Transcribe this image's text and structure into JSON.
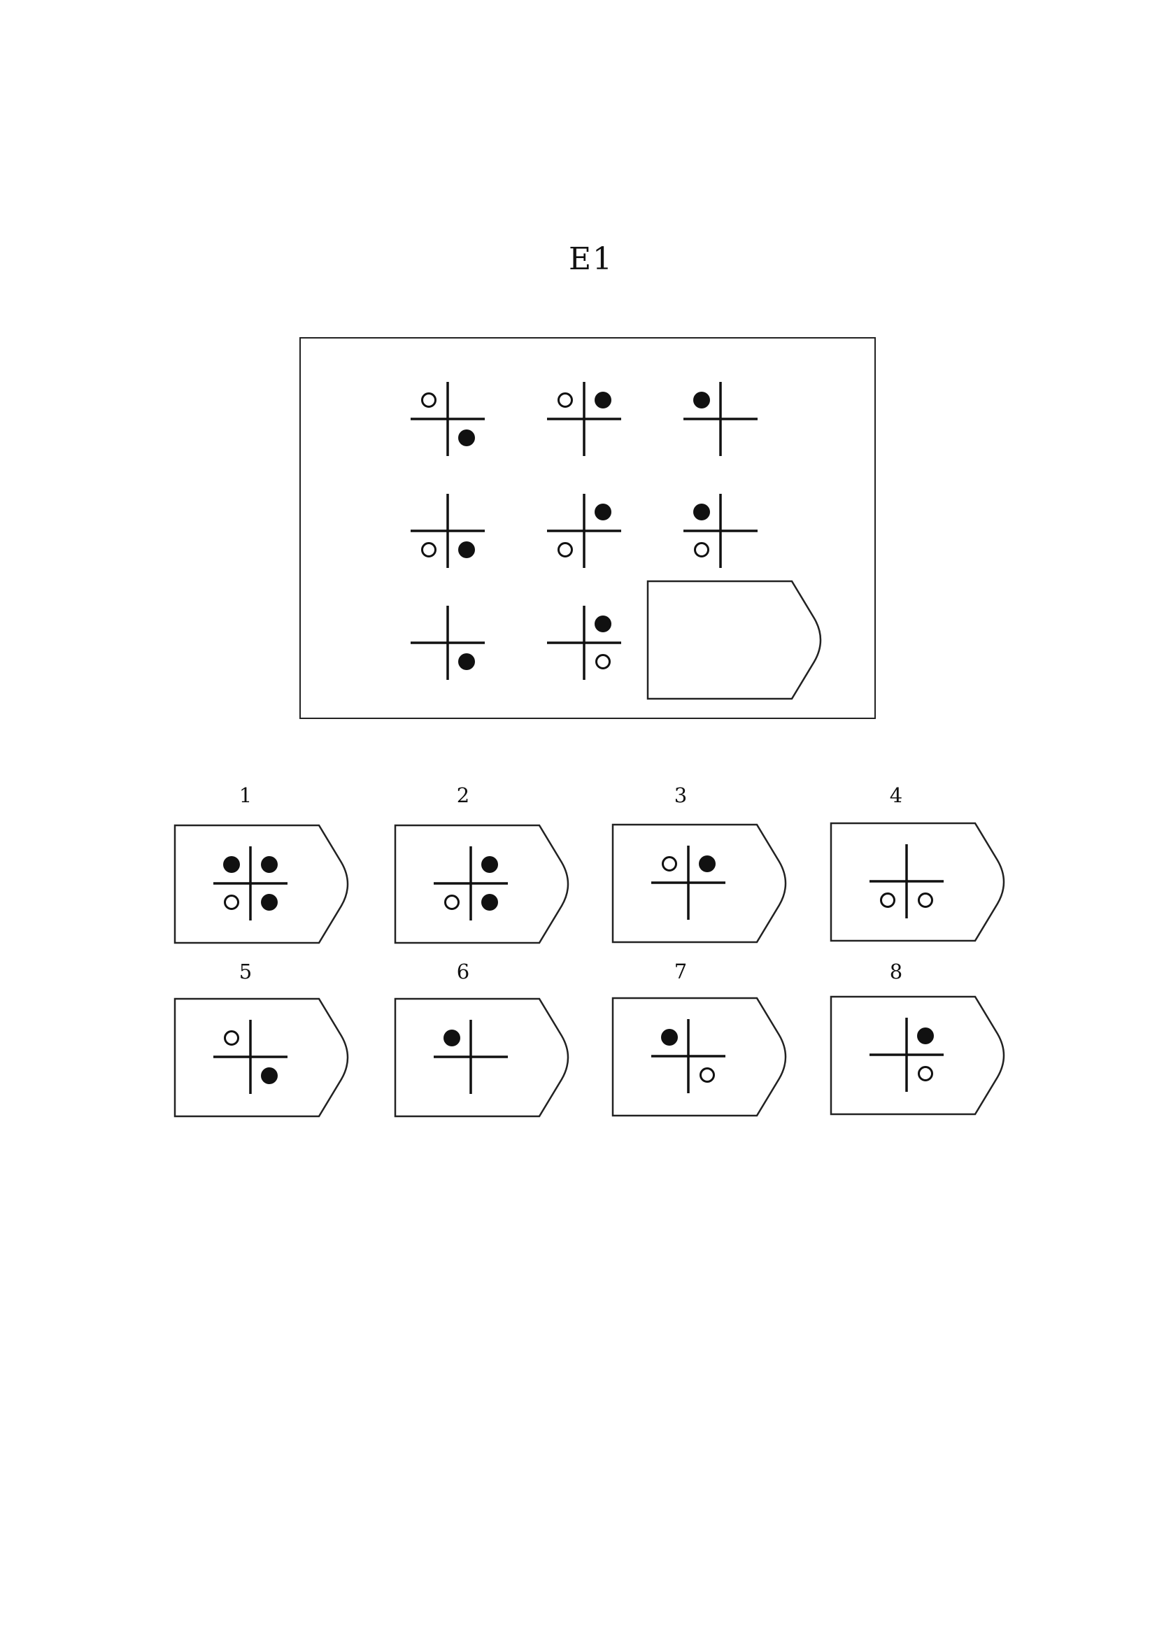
{
  "title": "E1",
  "matrix": {
    "cells": [
      {
        "tl": "open",
        "tr": "none",
        "bl": "none",
        "br": "filled"
      },
      {
        "tl": "open",
        "tr": "filled",
        "bl": "none",
        "br": "none"
      },
      {
        "tl": "filled",
        "tr": "none",
        "bl": "none",
        "br": "none"
      },
      {
        "tl": "none",
        "tr": "none",
        "bl": "open",
        "br": "filled"
      },
      {
        "tl": "none",
        "tr": "filled",
        "bl": "open",
        "br": "none"
      },
      {
        "tl": "filled",
        "tr": "none",
        "bl": "open",
        "br": "none"
      },
      {
        "tl": "none",
        "tr": "none",
        "bl": "none",
        "br": "filled"
      },
      {
        "tl": "none",
        "tr": "filled",
        "bl": "none",
        "br": "open"
      }
    ]
  },
  "options": [
    {
      "label": "1",
      "tl": "filled",
      "tr": "filled",
      "bl": "open",
      "br": "filled"
    },
    {
      "label": "2",
      "tl": "none",
      "tr": "filled",
      "bl": "open",
      "br": "filled"
    },
    {
      "label": "3",
      "tl": "open",
      "tr": "filled",
      "bl": "none",
      "br": "none"
    },
    {
      "label": "4",
      "tl": "none",
      "tr": "none",
      "bl": "open",
      "br": "open"
    },
    {
      "label": "5",
      "tl": "open",
      "tr": "none",
      "bl": "none",
      "br": "filled"
    },
    {
      "label": "6",
      "tl": "filled",
      "tr": "none",
      "bl": "none",
      "br": "none"
    },
    {
      "label": "7",
      "tl": "filled",
      "tr": "none",
      "bl": "none",
      "br": "open"
    },
    {
      "label": "8",
      "tl": "none",
      "tr": "filled",
      "bl": "none",
      "br": "open"
    }
  ]
}
